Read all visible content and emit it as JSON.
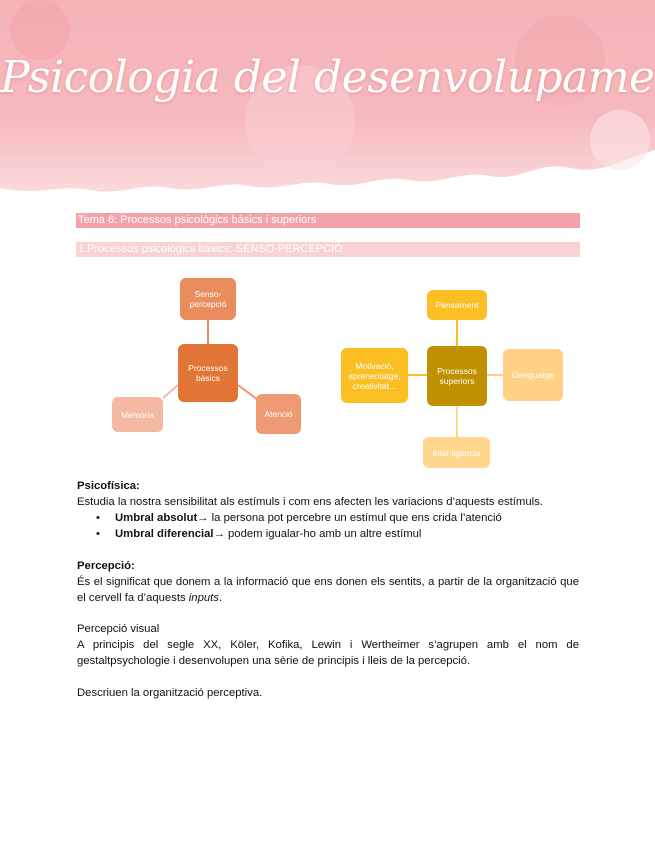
{
  "header": {
    "title": "Psicologia del desenvolupament"
  },
  "headings": {
    "topic": "Tema 6: Processos psicològics bàsics i superiors",
    "section": "1.Processos psicològics basics: SENSO-PERCEPCIÓ"
  },
  "diagram_basic": {
    "center": "Processos bàsics",
    "top": "Senso-percepció",
    "left": "Memòria",
    "right": "Atenció"
  },
  "diagram_superior": {
    "center": "Processos superiors",
    "top": "Pensament",
    "left": "Motivació, aprenentatge, creativitat...",
    "right": "Llenguatge",
    "bottom": "Intel·ligència"
  },
  "colors": {
    "banner": "#f3a6ad",
    "heading_dark": "#f2a3a9",
    "heading_light": "#f9d3d3",
    "basic_center": "#e07536",
    "basic_top": "#e98d5e",
    "basic_left": "#f5b8a0",
    "basic_right": "#ee9a72",
    "sup_center": "#bf9000",
    "sup_top": "#fbbf24",
    "sup_left": "#fbbf24",
    "sup_right": "#ffd187",
    "sup_bottom": "#ffd68c"
  },
  "body": {
    "psicofisica_title": "Psicofísica:",
    "psicofisica_text": "Estudia la nostra sensibilitat als estímuls i com ens afecten les variacions d’aquests estímuls.",
    "bullet_glyph": "•",
    "bullet1_term": "Umbral absolut",
    "bullet1_arrow": "→",
    "bullet1_text": " la persona pot percebre un estímul que ens crida l’atenció",
    "bullet2_term": "Umbral diferencial",
    "bullet2_arrow": "→",
    "bullet2_text": " podem igualar-ho amb un altre estímul",
    "percepcio_title": "Percepció:",
    "percepcio_text_1": "És el significat que donem a la informació que ens donen els sentits, a partir de la organització que el cervell fa d’aquests ",
    "percepcio_text_em": "inputs",
    "percepcio_text_2": ".",
    "visual_title": "Percepció visual",
    "visual_text": "A principis del segle XX, Köler, Kofika, Lewin i Wertheimer s’agrupen amb el nom de gestaltpsychologie i desenvolupen una sèrie de principis i lleis de la percepció.",
    "closing": "Descriuen la organització perceptiva."
  }
}
